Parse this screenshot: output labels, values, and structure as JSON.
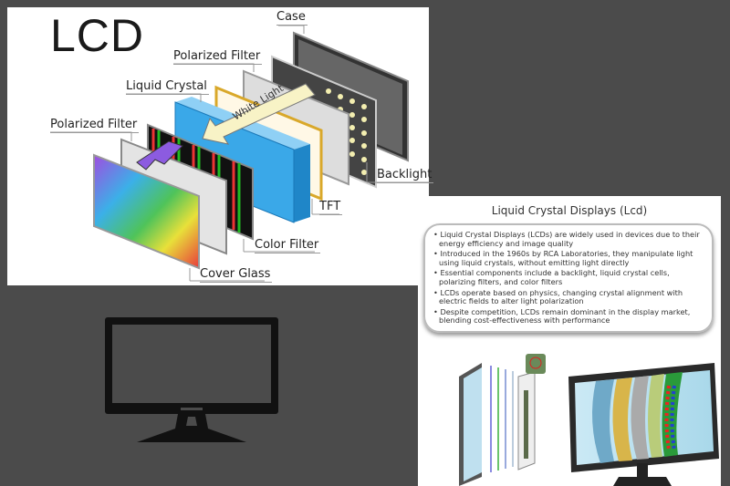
{
  "diagram": {
    "title": "LCD",
    "arrow_label": "White Light",
    "labels": {
      "case": "Case",
      "polarized_filter_back": "Polarized Filter",
      "liquid_crystal": "Liquid Crystal",
      "polarized_filter_front": "Polarized Filter",
      "backlight": "Backlight",
      "tft": "TFT",
      "color_filter": "Color Filter",
      "cover_glass": "Cover Glass"
    }
  },
  "info_panel": {
    "title": "Liquid Crystal Displays (Lcd)",
    "bullets": [
      "Liquid Crystal Displays (LCDs) are widely used in devices due to their energy efficiency and image quality",
      "Introduced in the 1960s by RCA Laboratories, they manipulate light using liquid crystals, without emitting light directly",
      "Essential components include a backlight, liquid crystal cells, polarizing filters, and color filters",
      "LCDs operate based on physics, changing crystal alignment with electric fields to alter light polarization",
      "Despite competition, LCDs remain dominant in the display market, blending cost-effectiveness with performance"
    ]
  },
  "icons": [
    "monitor-icon"
  ],
  "colors": {
    "background": "#4b4b4b",
    "liquid_crystal": "#3aa8e8",
    "backlight_dots": "#f3eeb0"
  }
}
